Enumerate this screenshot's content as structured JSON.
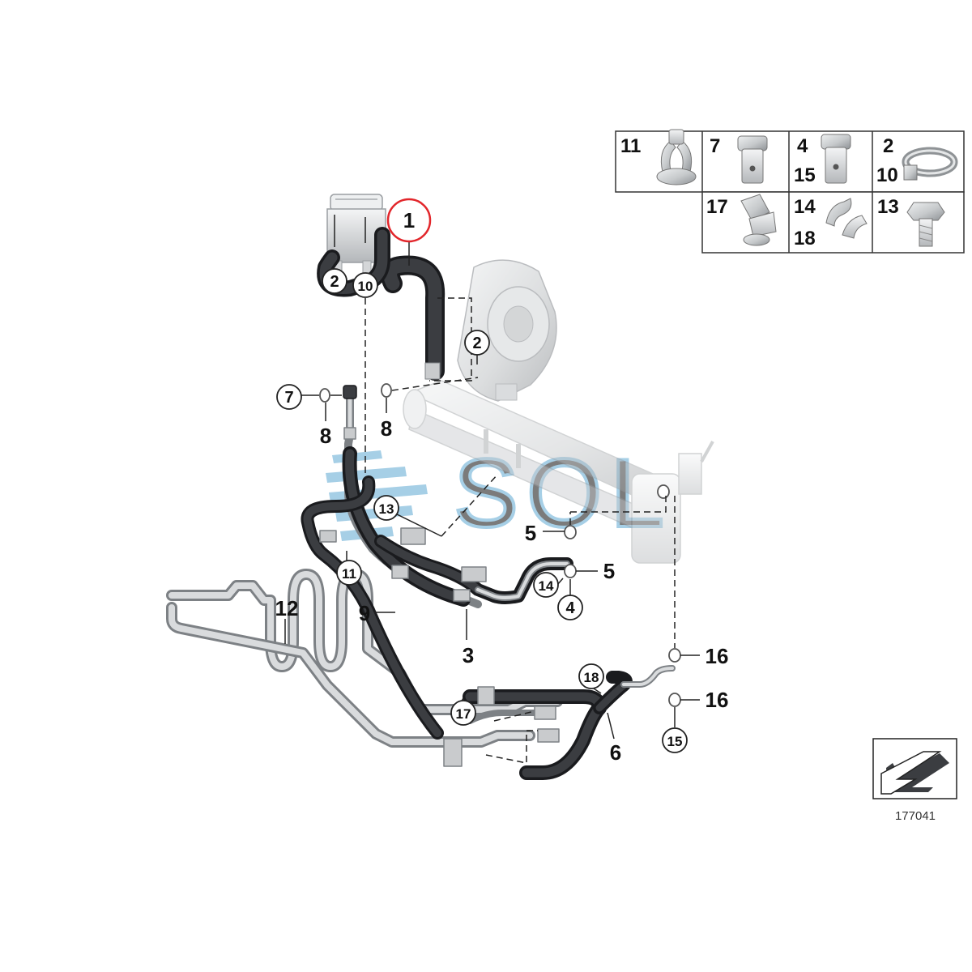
{
  "colors": {
    "hose": "#2f3135",
    "hose_edge": "#1a1b1e",
    "pipe": "#b9bcbf",
    "pipe_edge": "#7d8185",
    "part_gray": "#c9cbcd",
    "leader": "#222222",
    "highlight": "#e2262b",
    "watermark": "#5fa8d3"
  },
  "watermark": {
    "text": "SOL"
  },
  "figure_ref": "177041",
  "highlighted_callout": "1",
  "callouts": [
    {
      "id": "c1",
      "label": "1",
      "circled": true
    },
    {
      "id": "c2a",
      "label": "2",
      "circled": true
    },
    {
      "id": "c10a",
      "label": "10",
      "circled": true
    },
    {
      "id": "c2b",
      "label": "2",
      "circled": true
    },
    {
      "id": "c7",
      "label": "7",
      "circled": true
    },
    {
      "id": "c8a",
      "label": "8",
      "circled": false
    },
    {
      "id": "c8b",
      "label": "8",
      "circled": false
    },
    {
      "id": "c13",
      "label": "13",
      "circled": true
    },
    {
      "id": "c5a",
      "label": "5",
      "circled": false
    },
    {
      "id": "c5b",
      "label": "5",
      "circled": false
    },
    {
      "id": "c14",
      "label": "14",
      "circled": true
    },
    {
      "id": "c4",
      "label": "4",
      "circled": true
    },
    {
      "id": "c11",
      "label": "11",
      "circled": true
    },
    {
      "id": "c12",
      "label": "12",
      "circled": false
    },
    {
      "id": "c9",
      "label": "9",
      "circled": false
    },
    {
      "id": "c3",
      "label": "3",
      "circled": false
    },
    {
      "id": "c16a",
      "label": "16",
      "circled": false
    },
    {
      "id": "c16b",
      "label": "16",
      "circled": false
    },
    {
      "id": "c18",
      "label": "18",
      "circled": true
    },
    {
      "id": "c17",
      "label": "17",
      "circled": true
    },
    {
      "id": "c6",
      "label": "6",
      "circled": false
    },
    {
      "id": "c15",
      "label": "15",
      "circled": true
    }
  ],
  "legend": {
    "cells": [
      {
        "labels": [
          "11"
        ],
        "icon": "clip-icon"
      },
      {
        "labels": [
          "7"
        ],
        "icon": "banjo-bolt-icon"
      },
      {
        "labels": [
          "4",
          "15"
        ],
        "icon": "banjo-bolt-icon"
      },
      {
        "labels": [
          "2",
          "10"
        ],
        "icon": "hose-clamp-icon"
      },
      {
        "labels": [
          "17"
        ],
        "icon": "bracket-clip-icon"
      },
      {
        "labels": [
          "14",
          "18"
        ],
        "icon": "clip-icon"
      },
      {
        "labels": [
          "13"
        ],
        "icon": "hex-bolt-icon"
      }
    ]
  }
}
